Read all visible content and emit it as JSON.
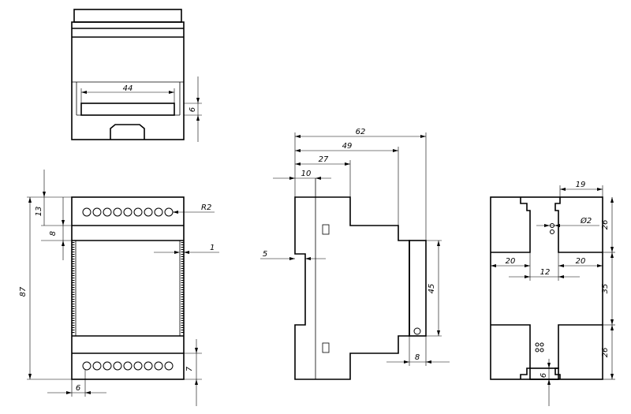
{
  "drawing": {
    "top_view": {
      "dim_width": "44",
      "dim_height": "6"
    },
    "front_view": {
      "dim_height": "87",
      "dim_top": "13",
      "dim_band": "8",
      "dim_radius": "R2",
      "dim_edge": "1",
      "dim_bottom": "7",
      "dim_left": "6"
    },
    "side_view": {
      "dim_total": "62",
      "dim_mid": "49",
      "dim_step": "27",
      "dim_offset": "10",
      "dim_ledge": "5",
      "dim_rail": "45",
      "dim_clip": "8"
    },
    "back_view": {
      "dim_top_width": "19",
      "dim_hole": "Ø2",
      "dim_left_slot": "20",
      "dim_right_slot": "20",
      "dim_center": "12",
      "dim_top_height": "26",
      "dim_mid_height": "35",
      "dim_bottom_height": "26",
      "dim_bottom_slot": "6"
    }
  }
}
